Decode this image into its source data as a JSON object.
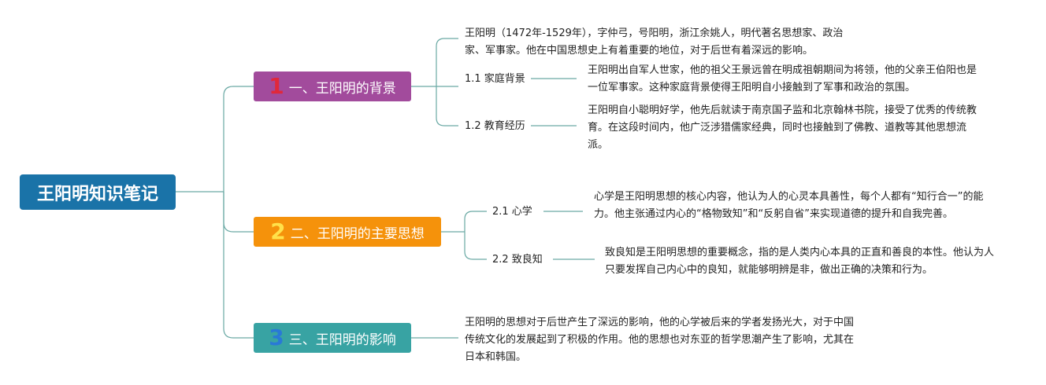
{
  "root": {
    "title": "王阳明知识笔记"
  },
  "topics": [
    {
      "number": "1",
      "label": "一、王阳明的背景",
      "intro": "王阳明（1472年-1529年），字仲弓，号阳明，浙江余姚人，明代著名思想家、政治家、军事家。他在中国思想史上有着重要的地位，对于后世有着深远的影响。",
      "subtopics": [
        {
          "label": "1.1 家庭背景",
          "text": "王阳明出自军人世家，他的祖父王景远曾在明成祖朝期间为将领，他的父亲王伯阳也是一位军事家。这种家庭背景使得王阳明自小接触到了军事和政治的氛围。"
        },
        {
          "label": "1.2 教育经历",
          "text": "王阳明自小聪明好学，他先后就读于南京国子监和北京翰林书院，接受了优秀的传统教育。在这段时间内，他广泛涉猎儒家经典，同时也接触到了佛教、道教等其他思想流派。"
        }
      ]
    },
    {
      "number": "2",
      "label": "二、王阳明的主要思想",
      "subtopics": [
        {
          "label": "2.1 心学",
          "text": "心学是王阳明思想的核心内容，他认为人的心灵本具善性，每个人都有“知行合一”的能力。他主张通过内心的“格物致知”和“反躬自省”来实现道德的提升和自我完善。"
        },
        {
          "label": "2.2 致良知",
          "text": "致良知是王阳明思想的重要概念，指的是人类内心本具的正直和善良的本性。他认为人只要发挥自己内心中的良知，就能够明辨是非，做出正确的决策和行为。"
        }
      ]
    },
    {
      "number": "3",
      "label": "三、王阳明的影响",
      "text": "王阳明的思想对于后世产生了深远的影响，他的心学被后来的学者发扬光大，对于中国传统文化的发展起到了积极的作用。他的思想也对东亚的哲学思潮产生了影响，尤其在日本和韩国。"
    }
  ],
  "colors": {
    "root": "#1a73a8",
    "topic1": "#a24b9c",
    "topic2": "#f5920b",
    "topic3": "#38a3a3",
    "line": "#6aa9a4"
  }
}
